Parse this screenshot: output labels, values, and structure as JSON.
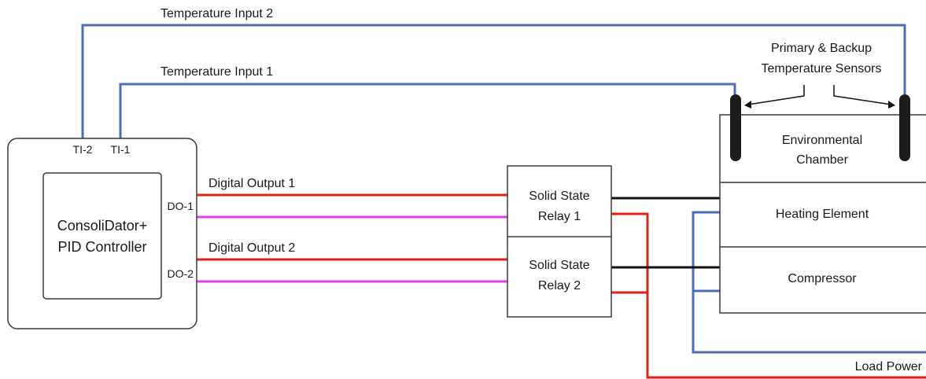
{
  "wires": {
    "temperature_input_2": "Temperature Input 2",
    "temperature_input_1": "Temperature Input 1",
    "digital_output_1": "Digital Output 1",
    "digital_output_2": "Digital Output 2",
    "load_power": "Load Power"
  },
  "controller": {
    "name_line1": "ConsoliDator+",
    "name_line2": "PID Controller",
    "ports": {
      "ti2": "TI-2",
      "ti1": "TI-1",
      "do1": "DO-1",
      "do2": "DO-2"
    }
  },
  "relays": [
    {
      "line1": "Solid State",
      "line2": "Relay 1"
    },
    {
      "line1": "Solid State",
      "line2": "Relay 2"
    }
  ],
  "sensors": {
    "label_line1": "Primary & Backup",
    "label_line2": "Temperature Sensors"
  },
  "chamber": {
    "label_line1": "Environmental",
    "label_line2": "Chamber",
    "heating_element": "Heating Element",
    "compressor": "Compressor"
  },
  "colors": {
    "temperature_wire": "#4a6fb5",
    "digital_output_positive": "#e0201c",
    "digital_output_negative": "#e040e8",
    "relay_output": "#111111",
    "load_power": "#e0201c"
  }
}
